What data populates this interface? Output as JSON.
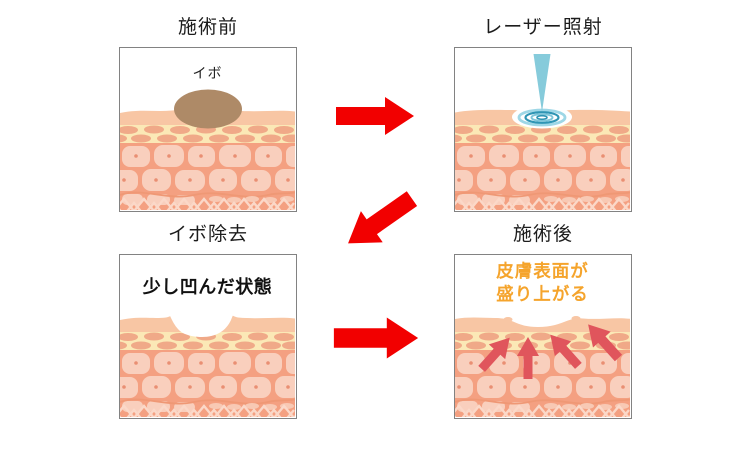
{
  "diagram": {
    "panels": [
      {
        "title": "施術前",
        "annotation": "イボ"
      },
      {
        "title": "レーザー照射"
      },
      {
        "title": "イボ除去",
        "annotation": "少し凹んだ状態"
      },
      {
        "title": "施術後",
        "annotation_line1": "皮膚表面が",
        "annotation_line2": "盛り上がる"
      }
    ]
  },
  "colors": {
    "flow_arrow": "#f20000",
    "regrowth_arrow": "#e0555c",
    "highlight_text": "#f5a42c",
    "wart": "#ae8a67",
    "laser_beam": "#86cbdb",
    "ripple_dark": "#2f95b4",
    "ripple_light": "#9ed7e6",
    "epidermis": "#f8c6a4",
    "stratum": "#fbe8b6",
    "stratum_oval": "#f0a988",
    "dermis": "#f4a081",
    "dermis_cell": "#f9cfbd",
    "panel_border": "#828282"
  }
}
